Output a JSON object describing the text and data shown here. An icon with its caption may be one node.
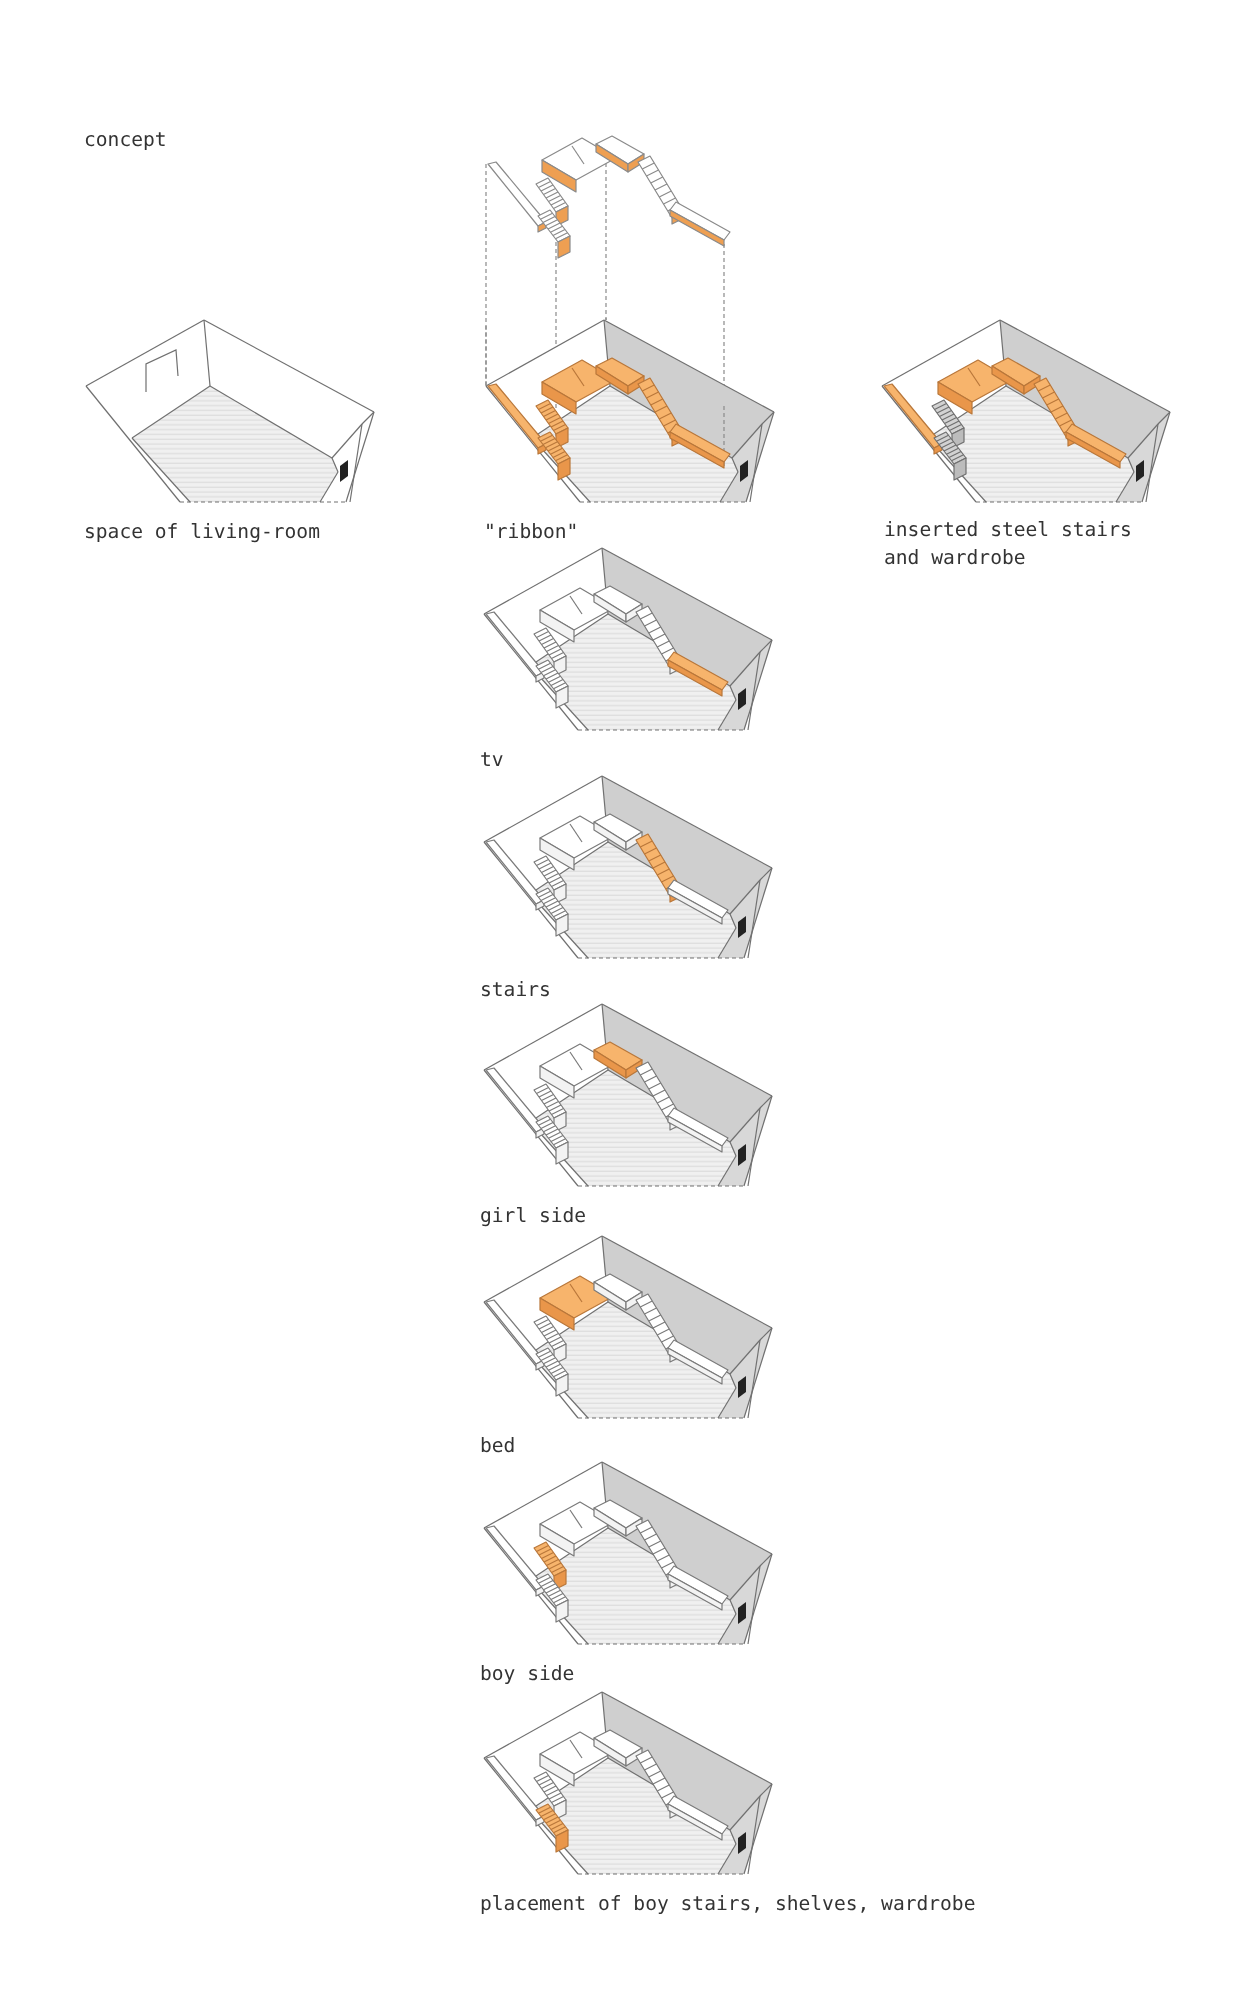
{
  "diagram": {
    "title": "concept",
    "labels": [
      "space of living-room",
      "\"ribbon\"",
      "inserted steel stairs and wardrobe",
      "tv",
      "stairs",
      "girl side",
      "bed",
      "boy side",
      "placement of boy stairs, shelves, wardrobe"
    ]
  }
}
